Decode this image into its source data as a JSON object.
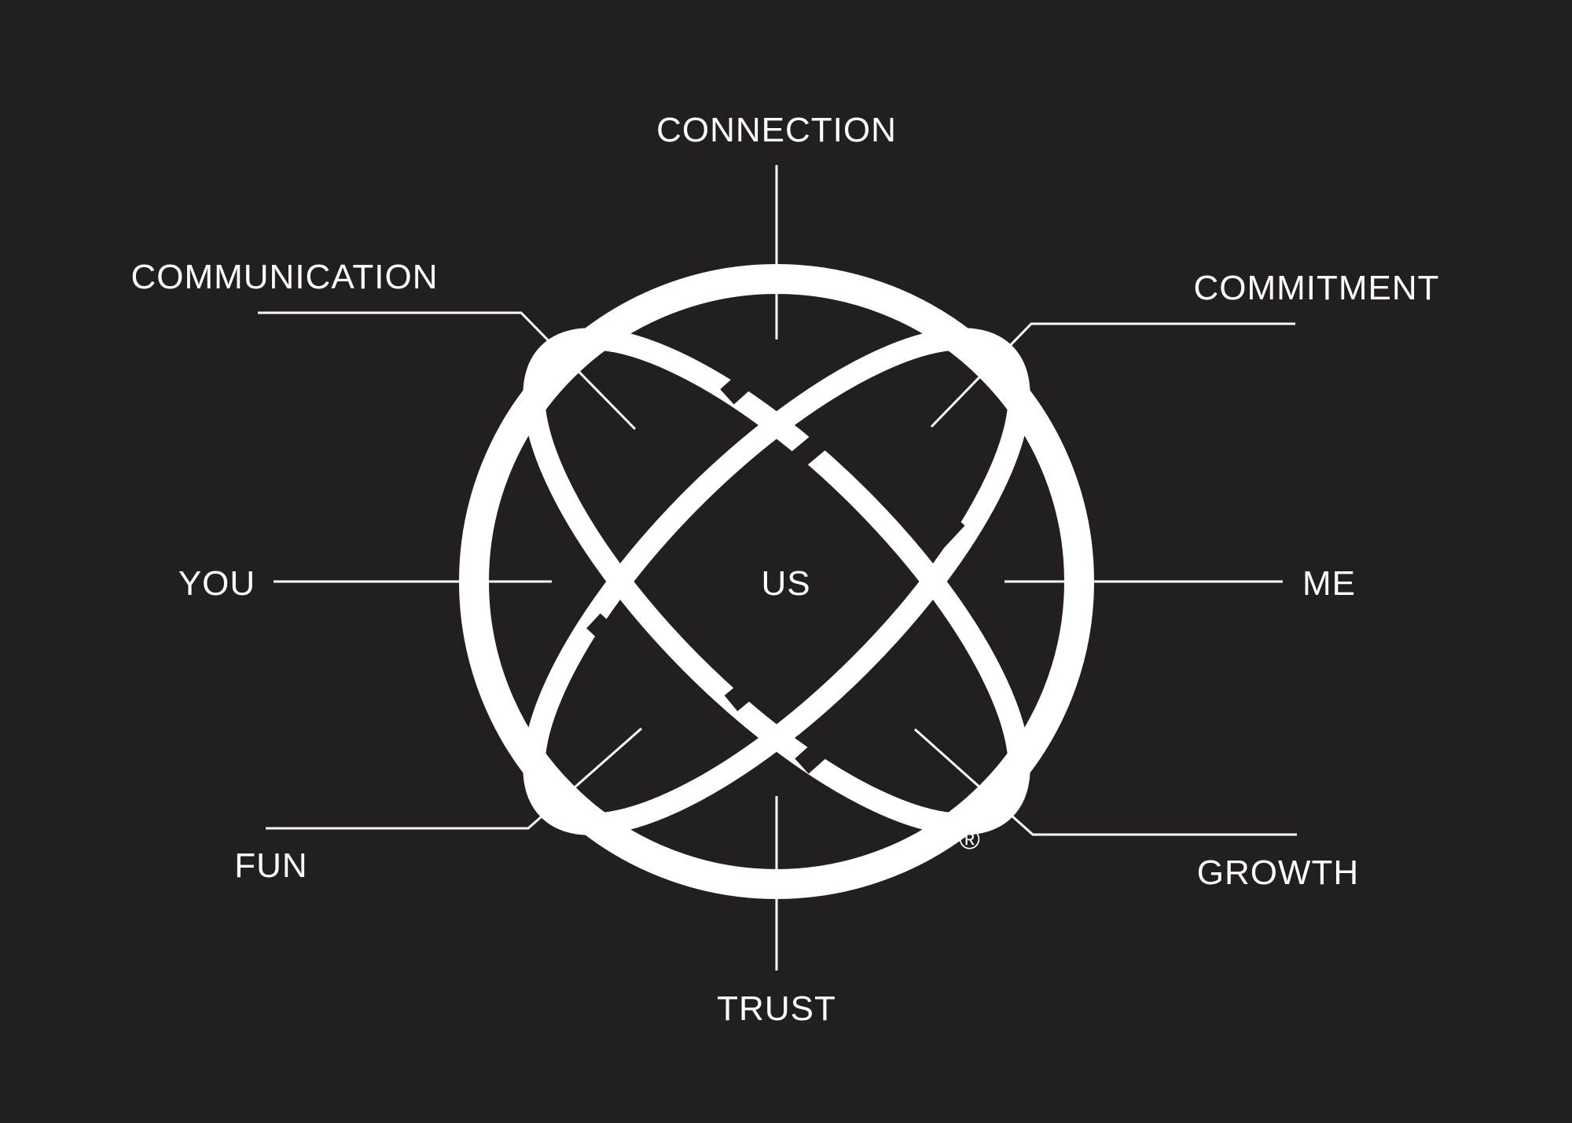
{
  "diagram": {
    "background_color": "#231f20",
    "foreground_color": "#ffffff",
    "labels": {
      "top": "CONNECTION",
      "top_left": "COMMUNICATION",
      "top_right": "COMMITMENT",
      "left": "YOU",
      "center": "US",
      "right": "ME",
      "bottom_left": "FUN",
      "bottom_right": "GROWTH",
      "bottom": "TRUST"
    },
    "registered_mark": "®"
  }
}
